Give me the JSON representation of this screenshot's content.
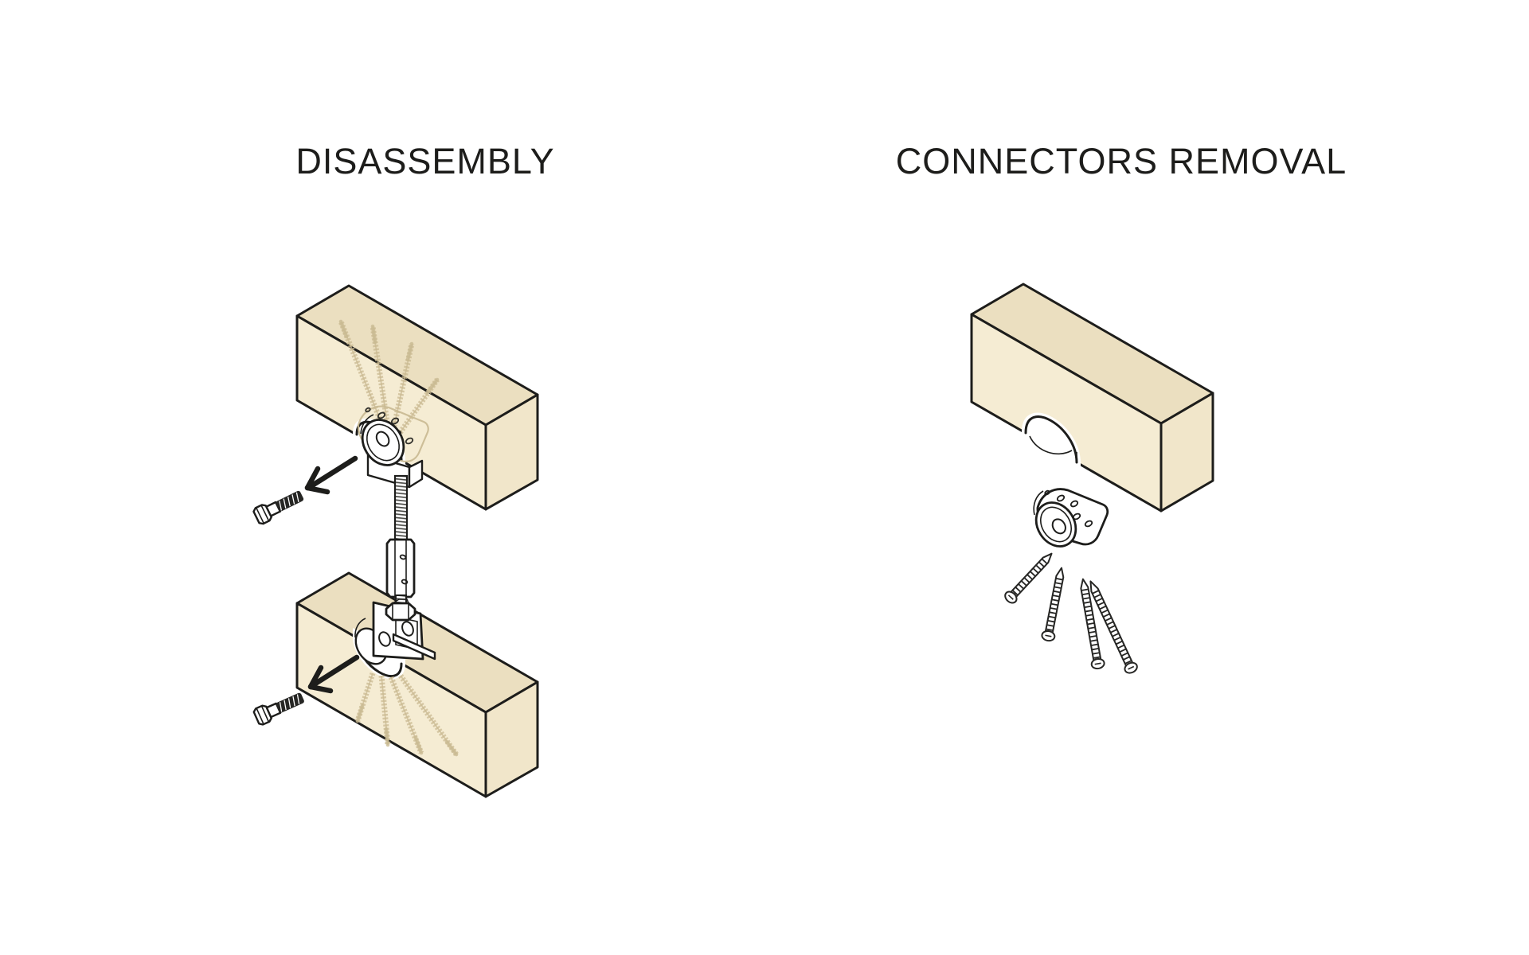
{
  "page": {
    "background_color": "#ffffff",
    "ink_color": "#1d1d1b",
    "wood_front_color": "#f5ecd3",
    "wood_top_color": "#ebdfc0",
    "wood_end_color": "#f1e6ca",
    "ghost_hardware_color": "#c9ba92"
  },
  "panels": [
    {
      "title": "DISASSEMBLY",
      "parts": {
        "wood_beams": 2,
        "hex_bolts": 2,
        "removal_arrows": 2,
        "ghost_screws_upper_beam": 4,
        "ghost_screws_lower_beam": 4,
        "hardware": [
          "saddle-connector",
          "bracket-disc",
          "threaded-rod",
          "hex-coupler",
          "hex-nut",
          "stirrup-bracket"
        ]
      }
    },
    {
      "title": "CONNECTORS REMOVAL",
      "parts": {
        "wood_beams": 1,
        "saddle_connectors": 1,
        "wood_screws": 4
      }
    }
  ]
}
